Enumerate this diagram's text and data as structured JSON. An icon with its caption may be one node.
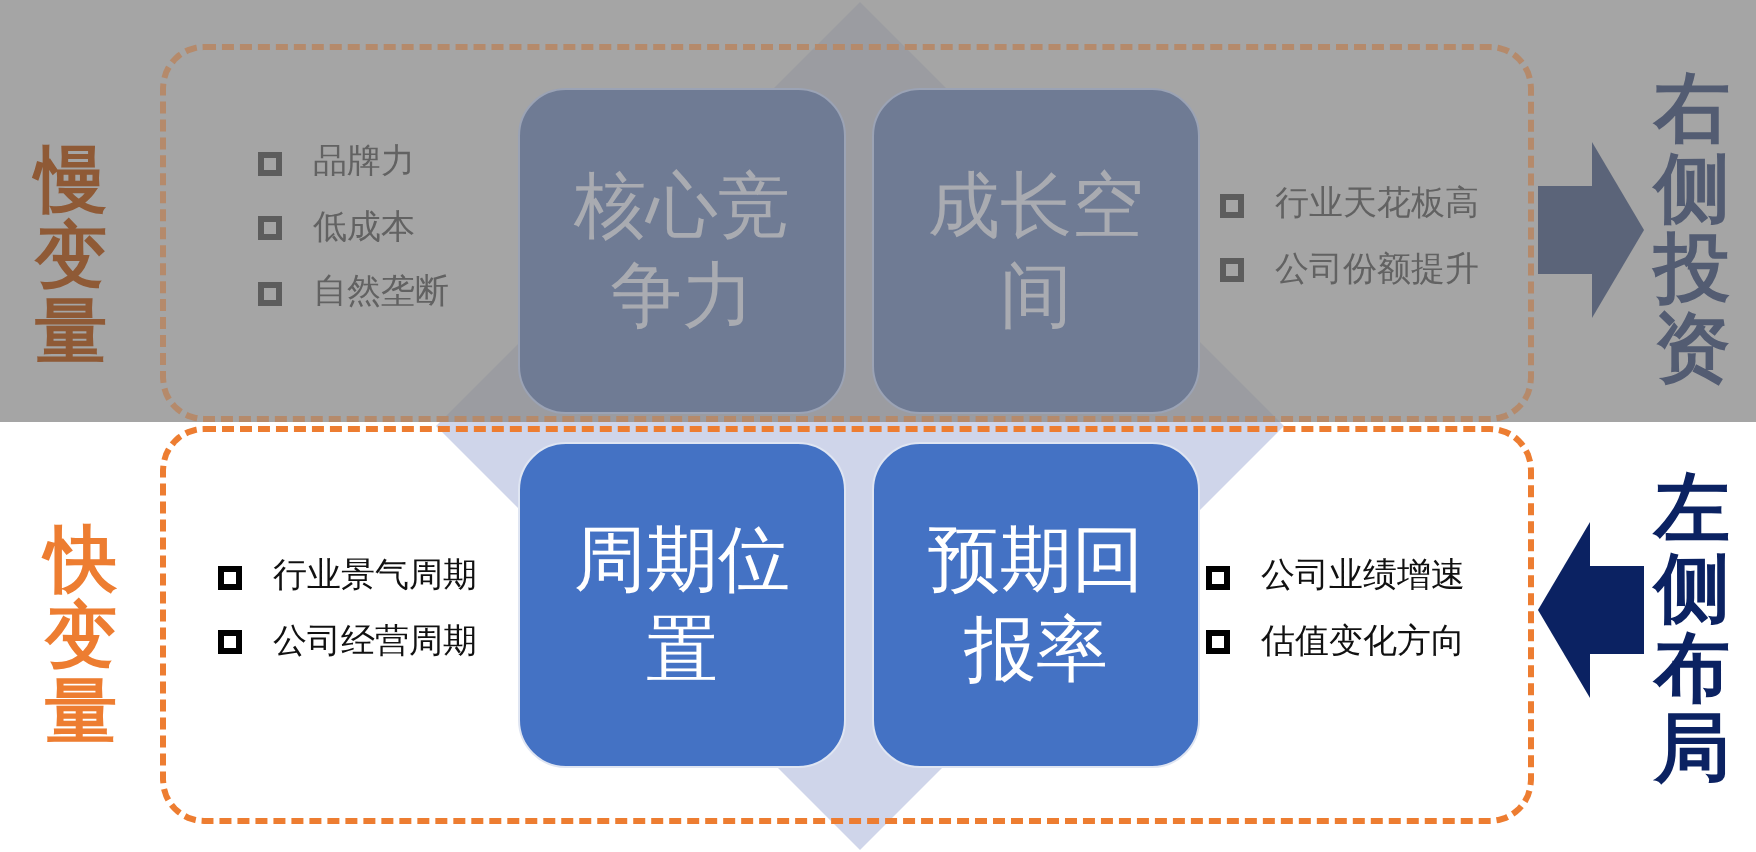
{
  "diagram": {
    "nodes": [
      {
        "text": [
          "慢变量"
        ]
      },
      {
        "text": [
          "核心竞争力"
        ],
        "in": 0,
        "beside": [
          "品牌力",
          "低成本",
          "自然垄断"
        ]
      },
      {
        "text": [
          "成长空间"
        ],
        "in": 0,
        "beside": [
          "行业天花板高",
          "公司份额提升"
        ]
      },
      {
        "text": [
          "右侧投资"
        ]
      },
      {
        "text": [
          "快变量"
        ]
      },
      {
        "text": [
          "周期位置"
        ],
        "in": 4,
        "beside": [
          "行业景气周期",
          "公司经营周期"
        ]
      },
      {
        "text": [
          "预期回报率"
        ],
        "in": 4,
        "beside": [
          "公司业绩增速",
          "估值变化方向"
        ]
      },
      {
        "text": [
          "左侧布局"
        ]
      }
    ],
    "edges": [
      {
        "from": 0,
        "to": 3,
        "arrow": "to",
        "color": "#5b6479"
      },
      {
        "from": 7,
        "to": 4,
        "arrow": "to",
        "color": "#0b2262"
      }
    ]
  }
}
